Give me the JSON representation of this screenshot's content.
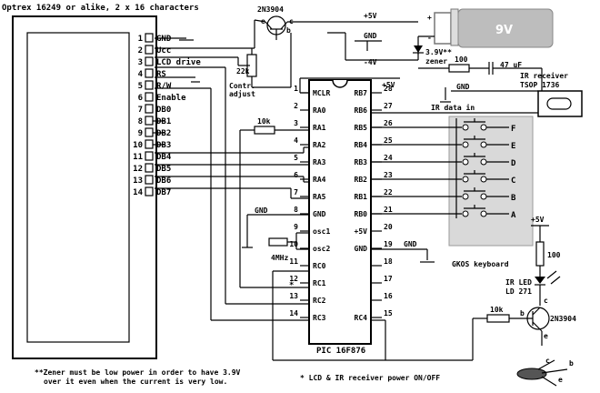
{
  "title": "Optrex 16249 or alike, 2 x 16 characters",
  "lcd_pins": [
    {
      "num": "1",
      "label": "GND"
    },
    {
      "num": "2",
      "label": "Ucc"
    },
    {
      "num": "3",
      "label": "LCD drive"
    },
    {
      "num": "4",
      "label": "RS"
    },
    {
      "num": "5",
      "label": "R/W"
    },
    {
      "num": "6",
      "label": "Enable"
    },
    {
      "num": "7",
      "label": "DB0"
    },
    {
      "num": "8",
      "label": "DB1"
    },
    {
      "num": "9",
      "label": "DB2"
    },
    {
      "num": "10",
      "label": "DB3"
    },
    {
      "num": "11",
      "label": "DB4"
    },
    {
      "num": "12",
      "label": "DB5"
    },
    {
      "num": "13",
      "label": "DB6"
    },
    {
      "num": "14",
      "label": "DB7"
    }
  ],
  "pic_left": [
    {
      "num": "1",
      "label": "MCLR"
    },
    {
      "num": "2",
      "label": "RA0"
    },
    {
      "num": "3",
      "label": "RA1"
    },
    {
      "num": "4",
      "label": "RA2"
    },
    {
      "num": "5",
      "label": "RA3"
    },
    {
      "num": "6",
      "label": "RA4"
    },
    {
      "num": "7",
      "label": "RA5"
    },
    {
      "num": "8",
      "label": "GND"
    },
    {
      "num": "9",
      "label": "osc1"
    },
    {
      "num": "10",
      "label": "osc2"
    },
    {
      "num": "11",
      "label": "RC0"
    },
    {
      "num": "12",
      "label": "RC1"
    },
    {
      "num": "13",
      "label": "RC2"
    },
    {
      "num": "14",
      "label": "RC3"
    }
  ],
  "pic_right": [
    {
      "num": "28",
      "label": "RB7"
    },
    {
      "num": "27",
      "label": "RB6"
    },
    {
      "num": "26",
      "label": "RB5"
    },
    {
      "num": "25",
      "label": "RB4"
    },
    {
      "num": "24",
      "label": "RB3"
    },
    {
      "num": "23",
      "label": "RB2"
    },
    {
      "num": "22",
      "label": "RB1"
    },
    {
      "num": "21",
      "label": "RB0"
    },
    {
      "num": "20",
      "label": "+5V"
    },
    {
      "num": "19",
      "label": "GND"
    },
    {
      "num": "18",
      "label": ""
    },
    {
      "num": "17",
      "label": ""
    },
    {
      "num": "16",
      "label": ""
    },
    {
      "num": "15",
      "label": "RC4"
    }
  ],
  "pic_name": "PIC 16F876",
  "keyboard": {
    "name": "GKOS keyboard",
    "keys": [
      "F",
      "E",
      "D",
      "C",
      "B",
      "A"
    ]
  },
  "labels": {
    "transistor_top": "2N3904",
    "transistor_e": "e",
    "transistor_b": "b",
    "transistor_c": "c",
    "plus5v_top": "+5V",
    "plus": "+",
    "minus": "-",
    "battery": "9V",
    "gnd_top": "GND",
    "minus4v": "-4V",
    "zener": "3.9V**",
    "zener2": "zener",
    "r22k": "22k",
    "contr": "Contr.",
    "adjust": "adjust",
    "r100_top": "100",
    "cap": "47 uF",
    "ir_receiver": "IR receiver",
    "tsop": "TSOP 1736",
    "gnd_ir": "GND",
    "ir_data": "IR data in",
    "plus5v_pic": "+5V",
    "r10k": "10k",
    "gnd_osc": "GND",
    "mhz": "4MHz",
    "star": "*",
    "gnd_19": "GND",
    "plus5v_led": "+5V",
    "r100_led": "100",
    "ir_led": "IR LED",
    "ld271": "LD 271",
    "r10k_b": "10k",
    "t2_b": "b",
    "t2_c": "c",
    "t2_e": "e",
    "t2_name": "2N3904",
    "ir_c": "c",
    "ir_b": "b",
    "ir_e": "e"
  },
  "notes": {
    "zener_note_l1": "**Zener must be low power in order to have 3.9V",
    "zener_note_l2": "over it even when the current is very low.",
    "star_note": "* LCD & IR receiver power ON/OFF"
  }
}
